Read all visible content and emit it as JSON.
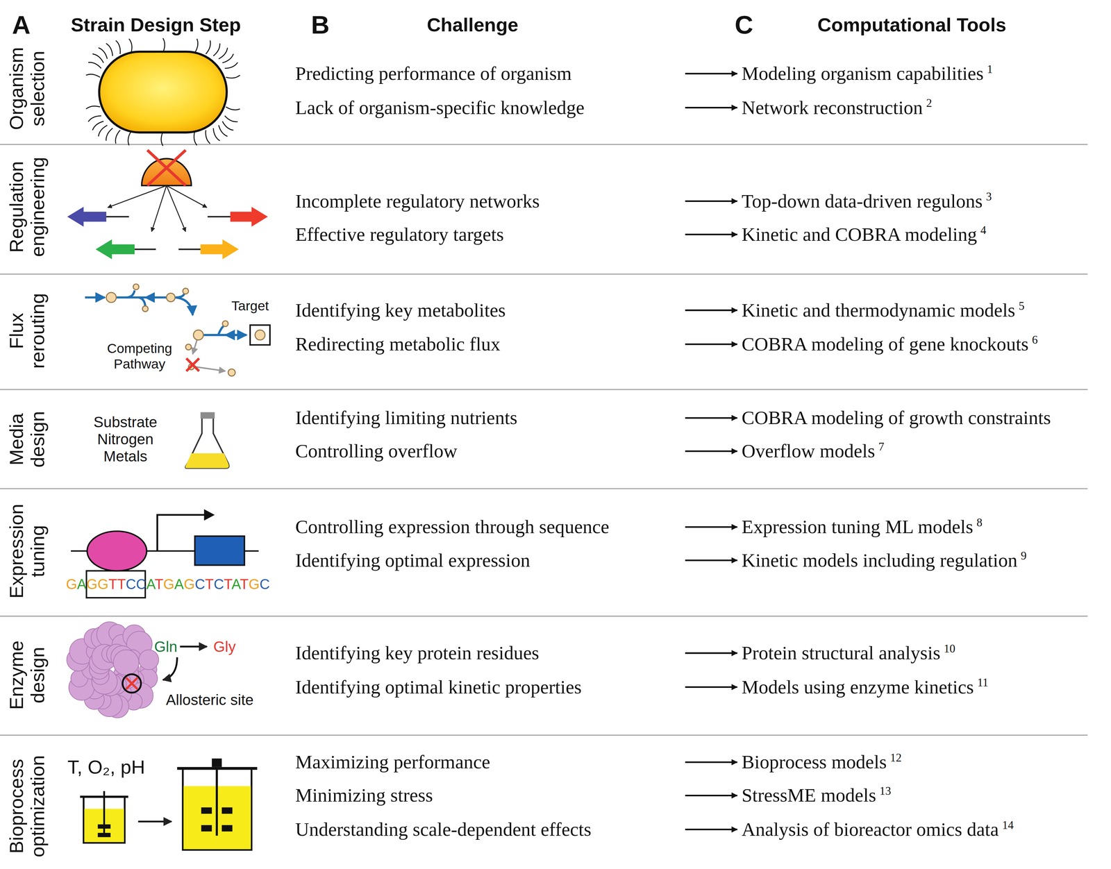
{
  "diagram": {
    "nodes": [
      {
        "text": [
          "Predicting performance of organism"
        ]
      },
      {
        "text": [
          "Modeling organism capabilities",
          "1"
        ]
      },
      {
        "text": [
          "Lack of organism-specific knowledge"
        ]
      },
      {
        "text": [
          "Network reconstruction",
          "2"
        ]
      },
      {
        "text": [
          "Incomplete regulatory networks"
        ]
      },
      {
        "text": [
          "Top-down data-driven regulons",
          "3"
        ]
      },
      {
        "text": [
          "Effective regulatory targets"
        ]
      },
      {
        "text": [
          "Kinetic and COBRA modeling",
          "4"
        ]
      },
      {
        "text": [
          "Identifying key metabolites"
        ]
      },
      {
        "text": [
          "Kinetic and thermodynamic models",
          "5"
        ]
      },
      {
        "text": [
          "Redirecting metabolic flux"
        ]
      },
      {
        "text": [
          "COBRA modeling of gene knockouts",
          "6"
        ]
      },
      {
        "text": [
          "Identifying limiting nutrients"
        ]
      },
      {
        "text": [
          "COBRA modeling of growth constraints"
        ]
      },
      {
        "text": [
          "Controlling overflow"
        ]
      },
      {
        "text": [
          "Overflow models",
          "7"
        ]
      },
      {
        "text": [
          "Controlling expression through sequence"
        ]
      },
      {
        "text": [
          "Expression tuning ML models",
          "8"
        ]
      },
      {
        "text": [
          "Identifying optimal expression"
        ]
      },
      {
        "text": [
          "Kinetic models including regulation",
          "9"
        ]
      },
      {
        "text": [
          "Identifying key protein residues"
        ]
      },
      {
        "text": [
          "Protein structural analysis",
          "10"
        ]
      },
      {
        "text": [
          "Identifying optimal kinetic properties"
        ]
      },
      {
        "text": [
          "Models using enzyme kinetics",
          "11"
        ]
      },
      {
        "text": [
          "Maximizing performance"
        ]
      },
      {
        "text": [
          "Bioprocess models",
          "12"
        ]
      },
      {
        "text": [
          "Minimizing stress"
        ]
      },
      {
        "text": [
          "StressME models",
          "13"
        ]
      },
      {
        "text": [
          "Understanding scale-dependent effects"
        ]
      },
      {
        "text": [
          "Analysis of bioreactor omics data",
          "14"
        ]
      }
    ],
    "edges": [
      {
        "from": 0,
        "to": 1,
        "arrow": "to"
      },
      {
        "from": 2,
        "to": 3,
        "arrow": "to"
      },
      {
        "from": 4,
        "to": 5,
        "arrow": "to"
      },
      {
        "from": 6,
        "to": 7,
        "arrow": "to"
      },
      {
        "from": 8,
        "to": 9,
        "arrow": "to"
      },
      {
        "from": 10,
        "to": 11,
        "arrow": "to"
      },
      {
        "from": 12,
        "to": 13,
        "arrow": "to"
      },
      {
        "from": 14,
        "to": 15,
        "arrow": "to"
      },
      {
        "from": 16,
        "to": 17,
        "arrow": "to"
      },
      {
        "from": 18,
        "to": 19,
        "arrow": "to"
      },
      {
        "from": 20,
        "to": 21,
        "arrow": "to"
      },
      {
        "from": 22,
        "to": 23,
        "arrow": "to"
      },
      {
        "from": 24,
        "to": 25,
        "arrow": "to"
      },
      {
        "from": 26,
        "to": 27,
        "arrow": "to"
      },
      {
        "from": 28,
        "to": 29,
        "arrow": "to"
      }
    ],
    "labels": [
      "A",
      "Strain Design Step",
      "B",
      "Challenge",
      "C",
      "Computational Tools",
      "Organism selection",
      "Regulation engineering",
      "Flux rerouting",
      "Media design",
      "Expression tuning",
      "Enzyme design",
      "Bioprocess optimization",
      "Target",
      "Competing Pathway",
      "Substrate Nitrogen Metals",
      "GAGGTTCCATGAGCTCTATGC",
      "Gln",
      "Gly",
      "Allosteric site",
      "T, O₂, pH"
    ]
  }
}
